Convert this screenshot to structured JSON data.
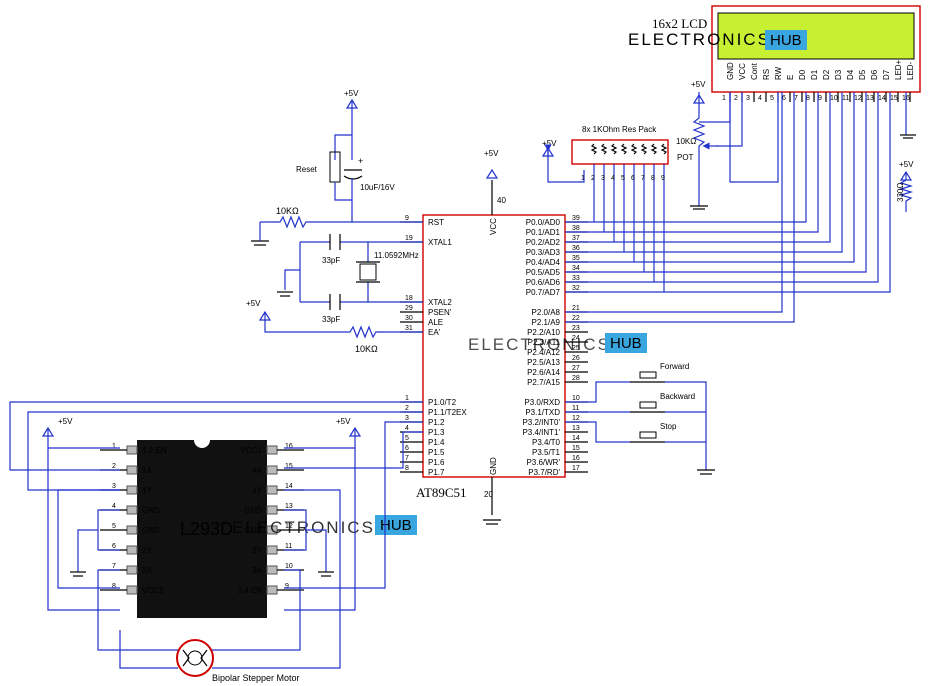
{
  "watermark": {
    "text": "ELECTRONICS",
    "badge": "HUB",
    "color": "#3aa6e0"
  },
  "colors": {
    "wire": "#2233cc",
    "outline": "#d10000",
    "lcd": "#c8f032",
    "ic": "#111111"
  },
  "lcd": {
    "title": "16x2 LCD",
    "pins": [
      "GND",
      "VCC",
      "Cont",
      "RS",
      "RW",
      "E",
      "D0",
      "D1",
      "D2",
      "D3",
      "D4",
      "D5",
      "D6",
      "D7",
      "LED+",
      "LED-"
    ],
    "pin_numbers": [
      "1",
      "2",
      "3",
      "4",
      "5",
      "6",
      "7",
      "8",
      "9",
      "10",
      "11",
      "12",
      "13",
      "14",
      "15",
      "16"
    ]
  },
  "mcu": {
    "name": "AT89C51",
    "vcc_label": "VCC",
    "vcc_pin": "40",
    "gnd_label": "GND",
    "gnd_pin": "20",
    "left_pins": [
      {
        "num": "9",
        "name": "RST"
      },
      {
        "num": "19",
        "name": "XTAL1"
      },
      {
        "num": "18",
        "name": "XTAL2"
      },
      {
        "num": "29",
        "name": "PSEN'"
      },
      {
        "num": "30",
        "name": "ALE"
      },
      {
        "num": "31",
        "name": "EA'"
      },
      {
        "num": "1",
        "name": "P1.0/T2"
      },
      {
        "num": "2",
        "name": "P1.1/T2EX"
      },
      {
        "num": "3",
        "name": "P1.2"
      },
      {
        "num": "4",
        "name": "P1.3"
      },
      {
        "num": "5",
        "name": "P1.4"
      },
      {
        "num": "6",
        "name": "P1.5"
      },
      {
        "num": "7",
        "name": "P1.6"
      },
      {
        "num": "8",
        "name": "P1.7"
      }
    ],
    "right_pins": [
      {
        "num": "39",
        "name": "P0.0/AD0"
      },
      {
        "num": "38",
        "name": "P0.1/AD1"
      },
      {
        "num": "37",
        "name": "P0.2/AD2"
      },
      {
        "num": "36",
        "name": "P0.3/AD3"
      },
      {
        "num": "35",
        "name": "P0.4/AD4"
      },
      {
        "num": "34",
        "name": "P0.5/AD5"
      },
      {
        "num": "33",
        "name": "P0.6/AD6"
      },
      {
        "num": "32",
        "name": "P0.7/AD7"
      },
      {
        "num": "21",
        "name": "P2.0/A8"
      },
      {
        "num": "22",
        "name": "P2.1/A9"
      },
      {
        "num": "23",
        "name": "P2.2/A10"
      },
      {
        "num": "24",
        "name": "P2.3/A11"
      },
      {
        "num": "25",
        "name": "P2.4/A12"
      },
      {
        "num": "26",
        "name": "P2.5/A13"
      },
      {
        "num": "27",
        "name": "P2.6/A14"
      },
      {
        "num": "28",
        "name": "P2.7/A15"
      },
      {
        "num": "10",
        "name": "P3.0/RXD"
      },
      {
        "num": "11",
        "name": "P3.1/TXD"
      },
      {
        "num": "12",
        "name": "P3.2/INT0'"
      },
      {
        "num": "13",
        "name": "P3.4/INT1'"
      },
      {
        "num": "14",
        "name": "P3.4/T0"
      },
      {
        "num": "15",
        "name": "P3.5/T1"
      },
      {
        "num": "16",
        "name": "P3.6/WR'"
      },
      {
        "num": "17",
        "name": "P3.7/RD'"
      }
    ]
  },
  "driver": {
    "name": "L293D",
    "left_pins": [
      {
        "num": "1",
        "name": "1,2 EN"
      },
      {
        "num": "2",
        "name": "1A"
      },
      {
        "num": "3",
        "name": "1Y"
      },
      {
        "num": "4",
        "name": "GND"
      },
      {
        "num": "5",
        "name": "GND"
      },
      {
        "num": "6",
        "name": "2Y"
      },
      {
        "num": "7",
        "name": "2A"
      },
      {
        "num": "8",
        "name": "VCC2"
      }
    ],
    "right_pins": [
      {
        "num": "16",
        "name": "VCC1"
      },
      {
        "num": "15",
        "name": "4A"
      },
      {
        "num": "14",
        "name": "4Y"
      },
      {
        "num": "13",
        "name": "GND"
      },
      {
        "num": "12",
        "name": "GND"
      },
      {
        "num": "11",
        "name": "3Y"
      },
      {
        "num": "10",
        "name": "3A"
      },
      {
        "num": "9",
        "name": "3,4 EN"
      }
    ]
  },
  "labels": {
    "plus5v": "+5V",
    "reset": "Reset",
    "cap_polarity": "+",
    "cap_value": "10uF/16V",
    "r_reset": "10KΩ",
    "crystal": "11.0592MHz",
    "cap1": "33pF",
    "cap2": "33pF",
    "r_ea": "10KΩ",
    "res_pack": "8x 1KOhm Res Pack",
    "res_pack_pins": [
      "1",
      "2",
      "3",
      "4",
      "5",
      "6",
      "7",
      "8",
      "9"
    ],
    "pot_value": "10KΩ",
    "pot_name": "POT",
    "r_led": "330Ω",
    "btn_forward": "Forward",
    "btn_backward": "Backward",
    "btn_stop": "Stop",
    "motor": "Bipolar Stepper Motor"
  }
}
